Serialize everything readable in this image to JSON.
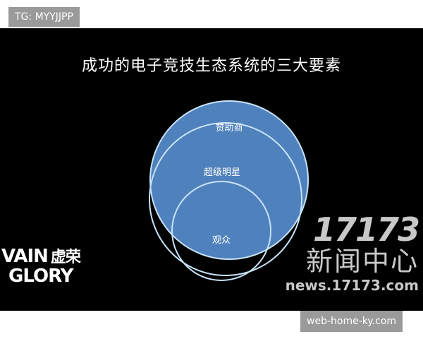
{
  "tag_top": "TG: MYYJJPP",
  "slide": {
    "title": "成功的电子竞技生态系统的三大要素",
    "circles": [
      {
        "label": "赞助商"
      },
      {
        "label": "超级明星"
      },
      {
        "label": "观众"
      }
    ],
    "colors": {
      "fill": "#4f81bd",
      "stroke": "#c7e3f7",
      "background": "#000000"
    }
  },
  "logo": {
    "line1": "VAIN",
    "line1_cn": "虚荣",
    "line2": "GLORY"
  },
  "watermark": {
    "brand": "17173",
    "line2": "新闻中心",
    "url": "news.17173.com"
  },
  "tag_bottom": "web-home-ky.com"
}
